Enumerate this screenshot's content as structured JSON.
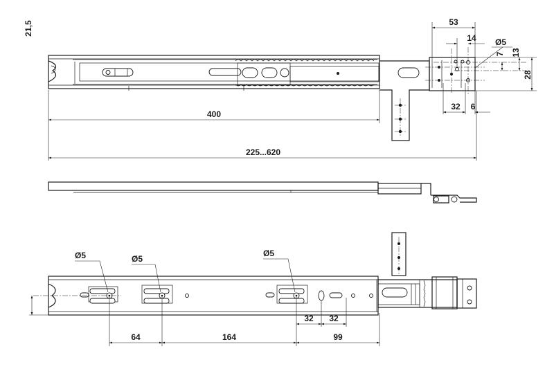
{
  "colors": {
    "line": "#1a1a1a",
    "background": "#ffffff"
  },
  "top_view": {
    "dim_bracket_width": "53",
    "dim_hole_offset": "14",
    "dim_hole_dia": "Ø5",
    "dim_7": "7",
    "dim_13": "13",
    "dim_28": "28",
    "dim_32": "32",
    "dim_6": "6",
    "dim_length": "400",
    "dim_extension": "225...620"
  },
  "bottom_view": {
    "hole_dia_1": "Ø5",
    "hole_dia_2": "Ø5",
    "hole_dia_3": "Ø5",
    "dim_height": "21,5",
    "dim_pitch_1": "32",
    "dim_pitch_2": "32",
    "dim_64": "64",
    "dim_164": "164",
    "dim_99": "99"
  }
}
